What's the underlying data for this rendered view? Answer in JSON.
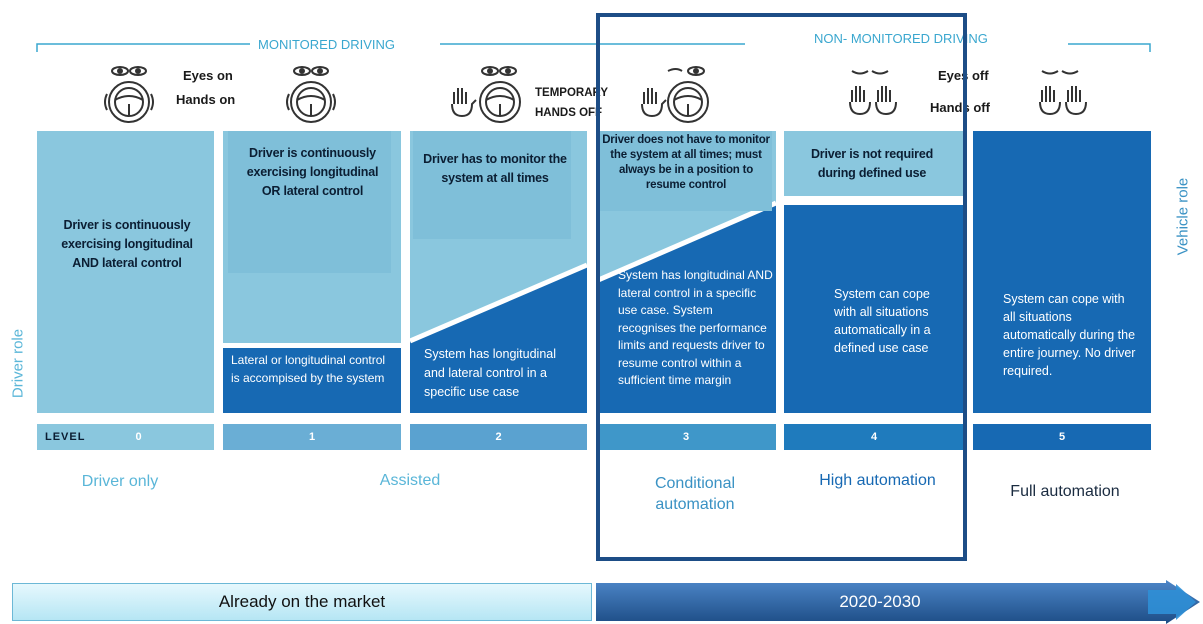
{
  "header": {
    "monitored": "MONITORED DRIVING",
    "non_monitored": "NON- MONITORED DRIVING"
  },
  "icon_labels": {
    "eyes_on": "Eyes on",
    "hands_on": "Hands on",
    "temporary": "TEMPORARY",
    "hands_off_temp": "HANDS OFF",
    "eyes_off": "Eyes off",
    "hands_off": "Hands off"
  },
  "side_labels": {
    "driver_role": "Driver role",
    "vehicle_role": "Vehicle role"
  },
  "driver_texts": [
    "Driver is continuously exercising longitudinal AND lateral control",
    "Driver is continuously exercising longitudinal OR lateral control",
    "Driver has to monitor the system at all times",
    "Driver does not have to monitor the system at all times; must always be in a position to resume control",
    "Driver is not required during defined use"
  ],
  "system_texts": [
    "Lateral or longitudinal control is accompised by the system",
    "System has longitudinal and lateral control in a specific use case",
    "System has longitudinal AND lateral control in a specific use case. System recognises the performance limits and requests driver to resume control within a sufficient time margin",
    "System can cope with all situations automatically in a defined use case",
    "System can cope with all situations automatically during the entire journey. No driver required."
  ],
  "levels": {
    "label": "LEVEL",
    "values": [
      "0",
      "1",
      "2",
      "3",
      "4",
      "5"
    ]
  },
  "categories": {
    "driver_only": "Driver only",
    "assisted": "Assisted",
    "conditional": "Conditional automation",
    "high": "High automation",
    "full": "Full automation"
  },
  "timeline": {
    "market": "Already on the market",
    "future": "2020-2030"
  },
  "colors": {
    "light_blue": "#8ac7de",
    "mid_blue": "#3f97c9",
    "dark_blue": "#1769b3",
    "navy": "#1d4d86",
    "header_line": "#3aa7cf"
  }
}
